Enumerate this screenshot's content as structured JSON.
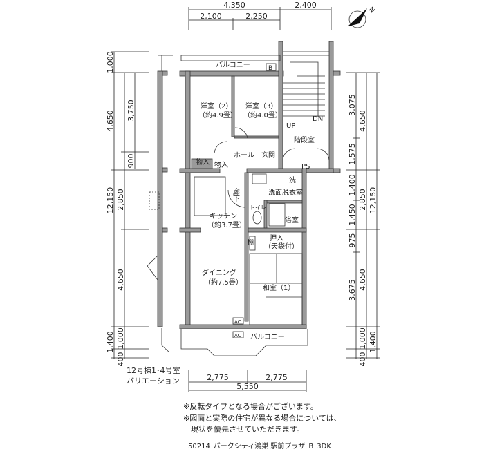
{
  "dimensions": {
    "top_total": "4,350",
    "top_stair": "2,400",
    "top_a": "2,100",
    "top_b": "2,250",
    "left_total": "12,150",
    "left_1": "1,000",
    "left_2": "4,650",
    "left_3": "3,750",
    "left_4": "900",
    "left_5": "2,850",
    "left_6": "4,650",
    "left_7": "1,400",
    "left_8": "1,000",
    "left_9": "400",
    "right_total": "12,150",
    "right_1": "3,075",
    "right_2": "4,650",
    "right_3": "1,575",
    "right_4": "1,400",
    "right_5": "2,850",
    "right_6": "1,450",
    "right_7": "975",
    "right_8": "3,675",
    "right_9": "4,650",
    "right_10": "1,000",
    "right_11": "1,400",
    "right_12": "400",
    "bottom_a": "2,775",
    "bottom_b": "2,775",
    "bottom_total": "5,550"
  },
  "rooms": {
    "balcony_top": "バルコニー",
    "b_mark": "B",
    "western2": "洋室（2）",
    "western2_size": "（約4.9畳）",
    "western3": "洋室（3）",
    "western3_size": "（約4.0畳）",
    "up": "UP",
    "dn": "DN",
    "stairwell": "階段室",
    "storage1": "物入",
    "storage2": "物入",
    "hall": "ホール",
    "entrance": "玄関",
    "ps": "PS",
    "corridor": "廊下",
    "washer": "洗",
    "washroom": "洗面脱衣室",
    "toilet": "トイレ",
    "bath": "浴室",
    "kitchen": "キッチン",
    "kitchen_size": "（約3.7畳）",
    "shelf": "棚",
    "closet": "押入",
    "closet_sub": "（天袋付）",
    "dining": "ダイニング",
    "dining_size": "（約7.5畳）",
    "japanese": "和室（1）",
    "ac1": "AC",
    "ac2": "AC",
    "balcony_bottom": "バルコニー"
  },
  "caption": {
    "line1": "12号棟1･4号室",
    "line2": "バリエーション"
  },
  "notes": [
    "※反転タイプとなる場合がございます。",
    "※図面と実際の住宅が異なる場合については、",
    "　現状を優先させていただきます。"
  ],
  "footer": "50214_パークシティ鴻巣 駅前プラザ_B_3DK",
  "compass": {
    "label": "N"
  }
}
